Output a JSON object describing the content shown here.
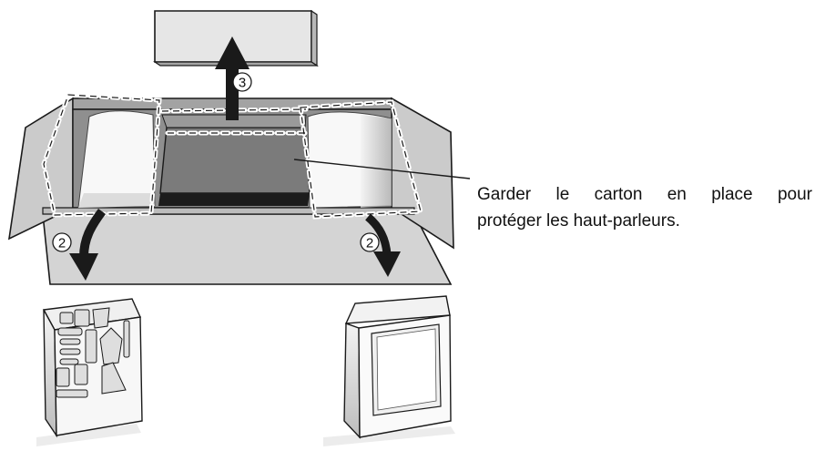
{
  "diagram": {
    "callout": {
      "line1_words": [
        "Garder",
        "le",
        "carton",
        "en",
        "place",
        "pour"
      ],
      "line2": "protéger les haut-parleurs."
    },
    "steps": {
      "lift_top_board": "3",
      "remove_left_insert": "2",
      "remove_right_insert": "2"
    },
    "colors": {
      "outline": "#1a1a1a",
      "box_side": "#cfcfcf",
      "box_inner": "#8f8f8f",
      "board": "#7a7a7a",
      "board_edge": "#1c1c1c",
      "padding": "#f7f7f7",
      "light_panel": "#e9e9e9"
    }
  }
}
